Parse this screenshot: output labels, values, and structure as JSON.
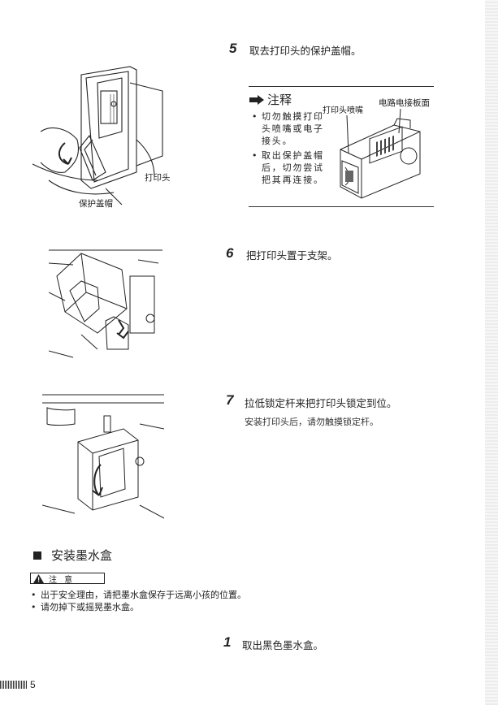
{
  "step5": {
    "num": "5",
    "text": "取去打印头的保护盖帽。",
    "label_printhead": "打印头",
    "label_cap": "保护盖帽",
    "note": {
      "title": "注释",
      "label_nozzle": "打印头喷嘴",
      "label_circuit": "电路电接板面",
      "bullets": [
        [
          "切勿触摸打印",
          "头喷嘴或电子",
          "接头。"
        ],
        [
          "取出保护盖帽",
          "后，切勿尝试",
          "把其再连接。"
        ]
      ]
    }
  },
  "step6": {
    "num": "6",
    "text": "把打印头置于支架。"
  },
  "step7": {
    "num": "7",
    "text": "拉低锁定杆来把打印头锁定到位。",
    "sub": "安装打印头后，请勿触摸锁定杆。"
  },
  "section": {
    "title": "安装墨水盒",
    "caution_label": "注 意",
    "caution_items": [
      "出于安全理由，请把墨水盒保存于远离小孩的位置。",
      "请勿掉下或摇晃墨水盒。"
    ]
  },
  "step1": {
    "num": "1",
    "text": "取出黑色墨水盒。"
  },
  "page_number": "5"
}
